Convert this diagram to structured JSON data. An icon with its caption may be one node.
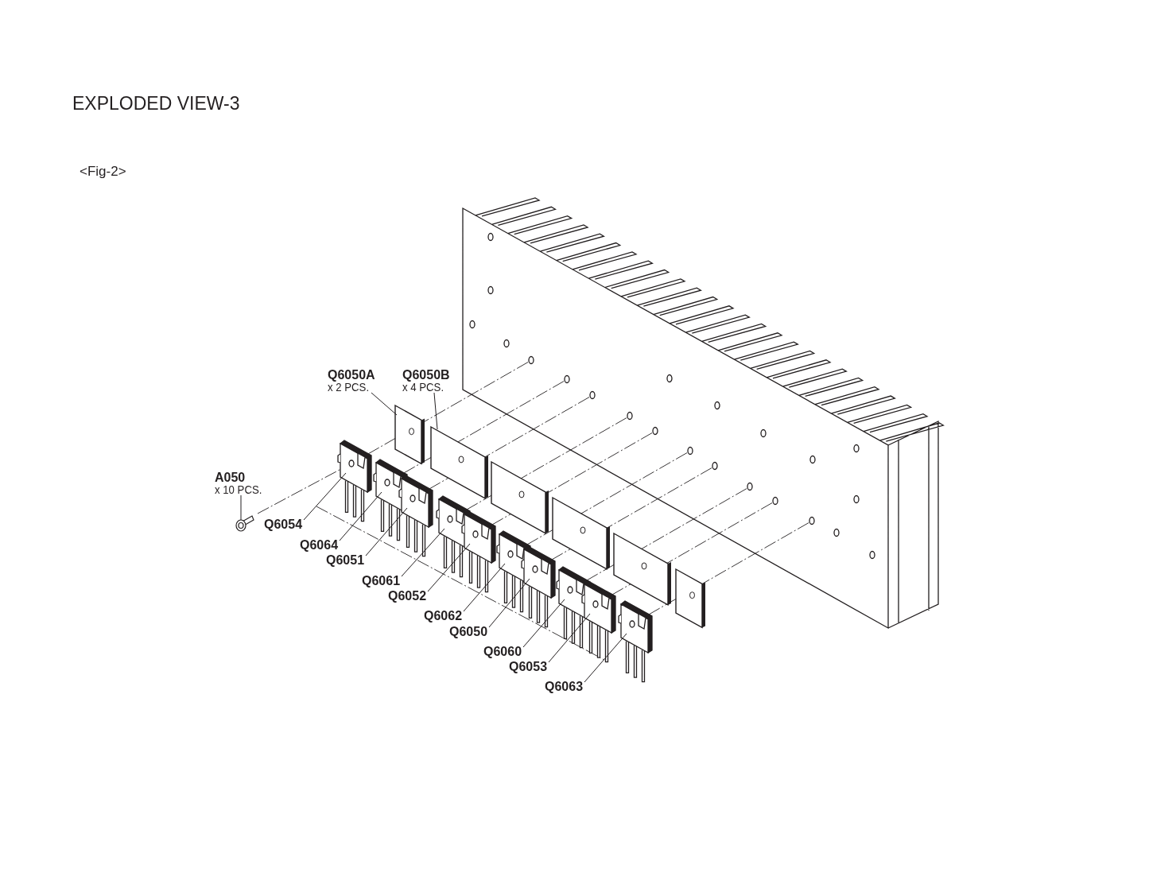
{
  "diagram": {
    "title": "EXPLODED VIEW-3",
    "nodes": [
      {
        "text": [
          "Q6050A",
          "x 2 PCS."
        ]
      },
      {
        "text": [
          "Q6050B",
          "x 4 PCS."
        ]
      },
      {
        "text": [
          "A050",
          "x 10 PCS."
        ]
      },
      {
        "text": [
          "Q6054"
        ]
      },
      {
        "text": [
          "Q6064"
        ]
      },
      {
        "text": [
          "Q6051"
        ]
      },
      {
        "text": [
          "Q6061"
        ]
      },
      {
        "text": [
          "Q6052"
        ]
      },
      {
        "text": [
          "Q6062"
        ]
      },
      {
        "text": [
          "Q6050"
        ]
      },
      {
        "text": [
          "Q6060"
        ]
      },
      {
        "text": [
          "Q6053"
        ]
      },
      {
        "text": [
          "Q6063"
        ]
      },
      {
        "text": [],
        "shape": "picture"
      },
      {
        "text": [],
        "shape": "picture"
      },
      {
        "text": [],
        "shape": "picture"
      },
      {
        "text": [],
        "shape": "picture"
      },
      {
        "text": [],
        "shape": "picture"
      },
      {
        "text": [],
        "shape": "picture"
      },
      {
        "text": [],
        "shape": "picture"
      },
      {
        "text": [],
        "shape": "picture"
      },
      {
        "text": [],
        "shape": "picture"
      },
      {
        "text": [],
        "shape": "picture"
      },
      {
        "text": [],
        "shape": "picture"
      },
      {
        "text": [],
        "shape": "picture"
      },
      {
        "text": [],
        "shape": "picture"
      },
      {
        "text": [],
        "shape": "picture"
      },
      {
        "text": [],
        "shape": "picture"
      },
      {
        "text": [],
        "shape": "picture"
      },
      {
        "text": [],
        "shape": "picture"
      }
    ],
    "edges": [
      {
        "from": 0,
        "to": 13,
        "arrow": "none"
      },
      {
        "from": 1,
        "to": 14,
        "arrow": "none"
      },
      {
        "from": 2,
        "to": 15,
        "arrow": "none"
      },
      {
        "from": 3,
        "to": 16,
        "arrow": "none"
      },
      {
        "from": 4,
        "to": 17,
        "arrow": "none"
      },
      {
        "from": 5,
        "to": 18,
        "arrow": "none"
      },
      {
        "from": 6,
        "to": 19,
        "arrow": "none"
      },
      {
        "from": 7,
        "to": 20,
        "arrow": "none"
      },
      {
        "from": 8,
        "to": 21,
        "arrow": "none"
      },
      {
        "from": 9,
        "to": 22,
        "arrow": "none"
      },
      {
        "from": 10,
        "to": 23,
        "arrow": "none"
      },
      {
        "from": 11,
        "to": 24,
        "arrow": "none"
      },
      {
        "from": 12,
        "to": 25,
        "arrow": "none"
      }
    ],
    "labels": [
      "<Fig-2>"
    ]
  }
}
